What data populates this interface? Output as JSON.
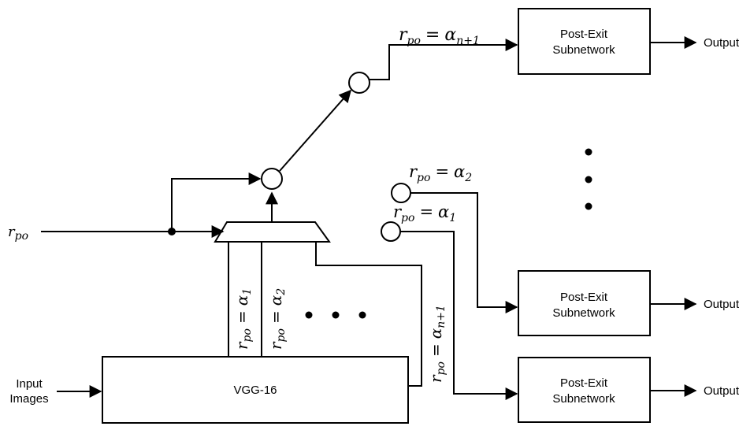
{
  "diagram": {
    "input_label_line1": "Input",
    "input_label_line2": "Images",
    "backbone_label": "VGG-16",
    "postexit_line1": "Post-Exit",
    "postexit_line2": "Subnetwork",
    "output_label": "Output",
    "signal_label": "r",
    "signal_subscript": "po",
    "equals": "=",
    "alpha": "α",
    "alpha_sub_1": "1",
    "alpha_sub_2": "2",
    "alpha_sub_n1": "n+1",
    "ellipsis": "• • •"
  }
}
